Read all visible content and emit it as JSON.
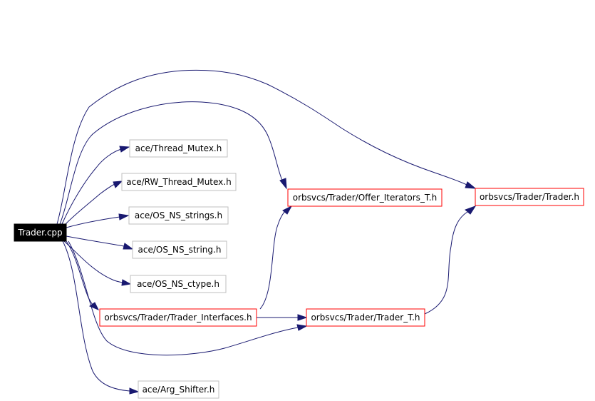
{
  "colors": {
    "edge": "#191970",
    "root_fill": "#000000",
    "root_text": "#ffffff",
    "plain_border": "#bfbfbf",
    "linked_border": "#ff0000"
  },
  "nodes": {
    "trader_cpp": "Trader.cpp",
    "thread_mutex": "ace/Thread_Mutex.h",
    "rw_thread_mutex": "ace/RW_Thread_Mutex.h",
    "os_ns_strings": "ace/OS_NS_strings.h",
    "os_ns_string": "ace/OS_NS_string.h",
    "os_ns_ctype": "ace/OS_NS_ctype.h",
    "trader_interfaces": "orbsvcs/Trader/Trader_Interfaces.h",
    "arg_shifter": "ace/Arg_Shifter.h",
    "offer_iterators_t": "orbsvcs/Trader/Offer_Iterators_T.h",
    "trader_t": "orbsvcs/Trader/Trader_T.h",
    "trader_h": "orbsvcs/Trader/Trader.h"
  }
}
